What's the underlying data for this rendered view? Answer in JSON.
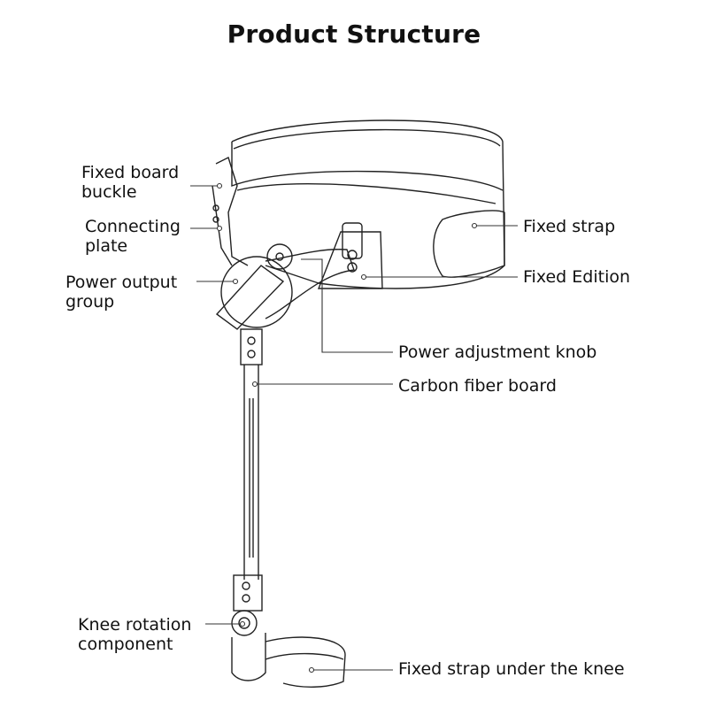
{
  "title": "Product Structure",
  "labels": {
    "fixed_board_buckle": [
      "Fixed board",
      "buckle"
    ],
    "connecting_plate": [
      "Connecting",
      "plate"
    ],
    "power_output_group": [
      "Power output",
      "group"
    ],
    "fixed_strap": "Fixed strap",
    "fixed_edition": "Fixed Edition",
    "power_adjustment_knob": "Power adjustment knob",
    "carbon_fiber_board": "Carbon fiber board",
    "knee_rotation_component": [
      "Knee rotation",
      "component"
    ],
    "fixed_strap_under_knee": "Fixed strap under the knee"
  },
  "colors": {
    "line": "#222222",
    "leader": "#333333",
    "background": "#ffffff"
  }
}
